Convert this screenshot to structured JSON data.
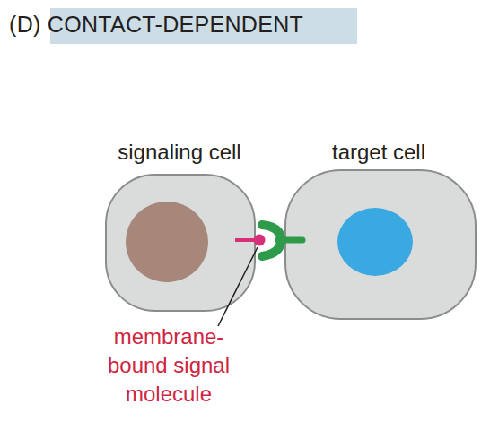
{
  "diagram": {
    "title": "(D) CONTACT-DEPENDENT",
    "nodes": [
      {
        "text": [
          "signaling cell"
        ]
      },
      {
        "text": [
          "target cell"
        ]
      }
    ],
    "labels": [
      "membrane- bound signal molecule"
    ]
  }
}
